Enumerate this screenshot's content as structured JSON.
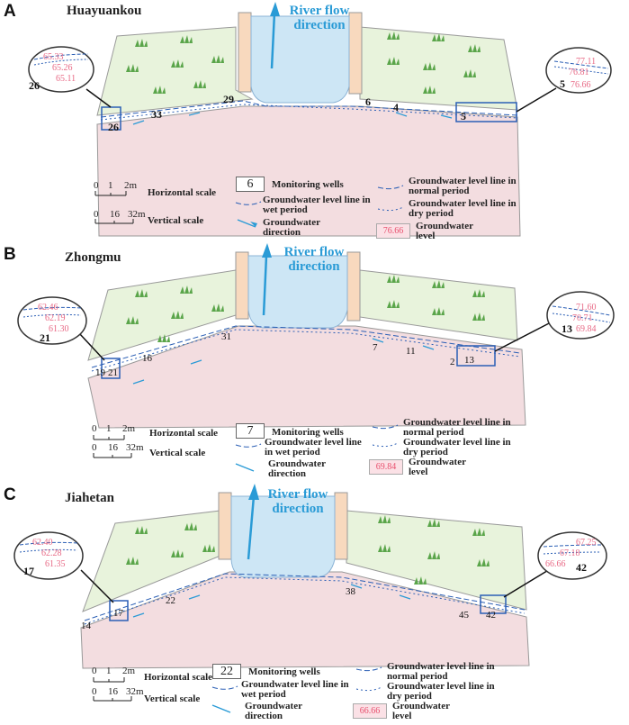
{
  "panels": [
    {
      "letter": "A",
      "site": "Huayuankou",
      "flow_label": "River flow direction",
      "wells": [
        "26",
        "33",
        "29",
        "6",
        "4",
        "5"
      ],
      "left_zoom": {
        "values": [
          "65.33",
          "65.26",
          "65.11"
        ],
        "well": "26"
      },
      "right_zoom": {
        "values": [
          "77.11",
          "76.81",
          "76.66"
        ],
        "well": "5"
      },
      "legend": {
        "hscale_ticks": [
          "0",
          "1",
          "2m"
        ],
        "hscale_label": "Horizontal scale",
        "vscale_ticks": [
          "0",
          "16",
          "32m"
        ],
        "vscale_label": "Vertical scale",
        "well_example": "6",
        "well_label": "Monitoring wells",
        "wet_label": "Groundwater level line in wet period",
        "dir_label": "Groundwater direction",
        "normal_label": "Groundwater level line in normal period",
        "dry_label": "Groundwater level line in dry period",
        "level_example": "76.66",
        "level_label": "Groundwater level"
      }
    },
    {
      "letter": "B",
      "site": "Zhongmu",
      "flow_label": "River flow direction",
      "wells": [
        "19",
        "21",
        "16",
        "31",
        "7",
        "11",
        "2",
        "13"
      ],
      "left_zoom": {
        "values": [
          "62.46",
          "62.19",
          "61.30"
        ],
        "well": "21"
      },
      "right_zoom": {
        "values": [
          "71.60",
          "70.71",
          "69.84"
        ],
        "well": "13"
      },
      "legend": {
        "hscale_ticks": [
          "0",
          "1",
          "2m"
        ],
        "hscale_label": "Horizontal scale",
        "vscale_ticks": [
          "0",
          "16",
          "32m"
        ],
        "vscale_label": "Vertical scale",
        "well_example": "7",
        "well_label": "Monitoring wells",
        "wet_label": "Groundwater level line in wet period",
        "dir_label": "Groundwater direction",
        "normal_label": "Groundwater level line in normal period",
        "dry_label": "Groundwater level line in dry period",
        "level_example": "69.84",
        "level_label": "Groundwater level"
      }
    },
    {
      "letter": "C",
      "site": "Jiahetan",
      "flow_label": "River flow direction",
      "wells": [
        "14",
        "17",
        "22",
        "38",
        "45",
        "42"
      ],
      "left_zoom": {
        "values": [
          "62.40",
          "62.28",
          "61.35"
        ],
        "well": "17"
      },
      "right_zoom": {
        "values": [
          "67.25",
          "67.18",
          "66.66"
        ],
        "well": "42"
      },
      "legend": {
        "hscale_ticks": [
          "0",
          "1",
          "2m"
        ],
        "hscale_label": "Horizontal scale",
        "vscale_ticks": [
          "0",
          "16",
          "32m"
        ],
        "vscale_label": "Vertical scale",
        "well_example": "22",
        "well_label": "Monitoring wells",
        "wet_label": "Groundwater level line in wet period",
        "dir_label": "Groundwater direction",
        "normal_label": "Groundwater level line in normal period",
        "dry_label": "Groundwater level line in dry period",
        "level_example": "66.66",
        "level_label": "Groundwater level"
      }
    }
  ],
  "colors": {
    "grass_area": "#e8f3dc",
    "soil": "#f3dde0",
    "river": "#cde6f5",
    "levee": "#f8d9be",
    "flow_text": "#2a9bd6",
    "level_text": "#e86a86",
    "line_blue": "#2b5fb5"
  }
}
